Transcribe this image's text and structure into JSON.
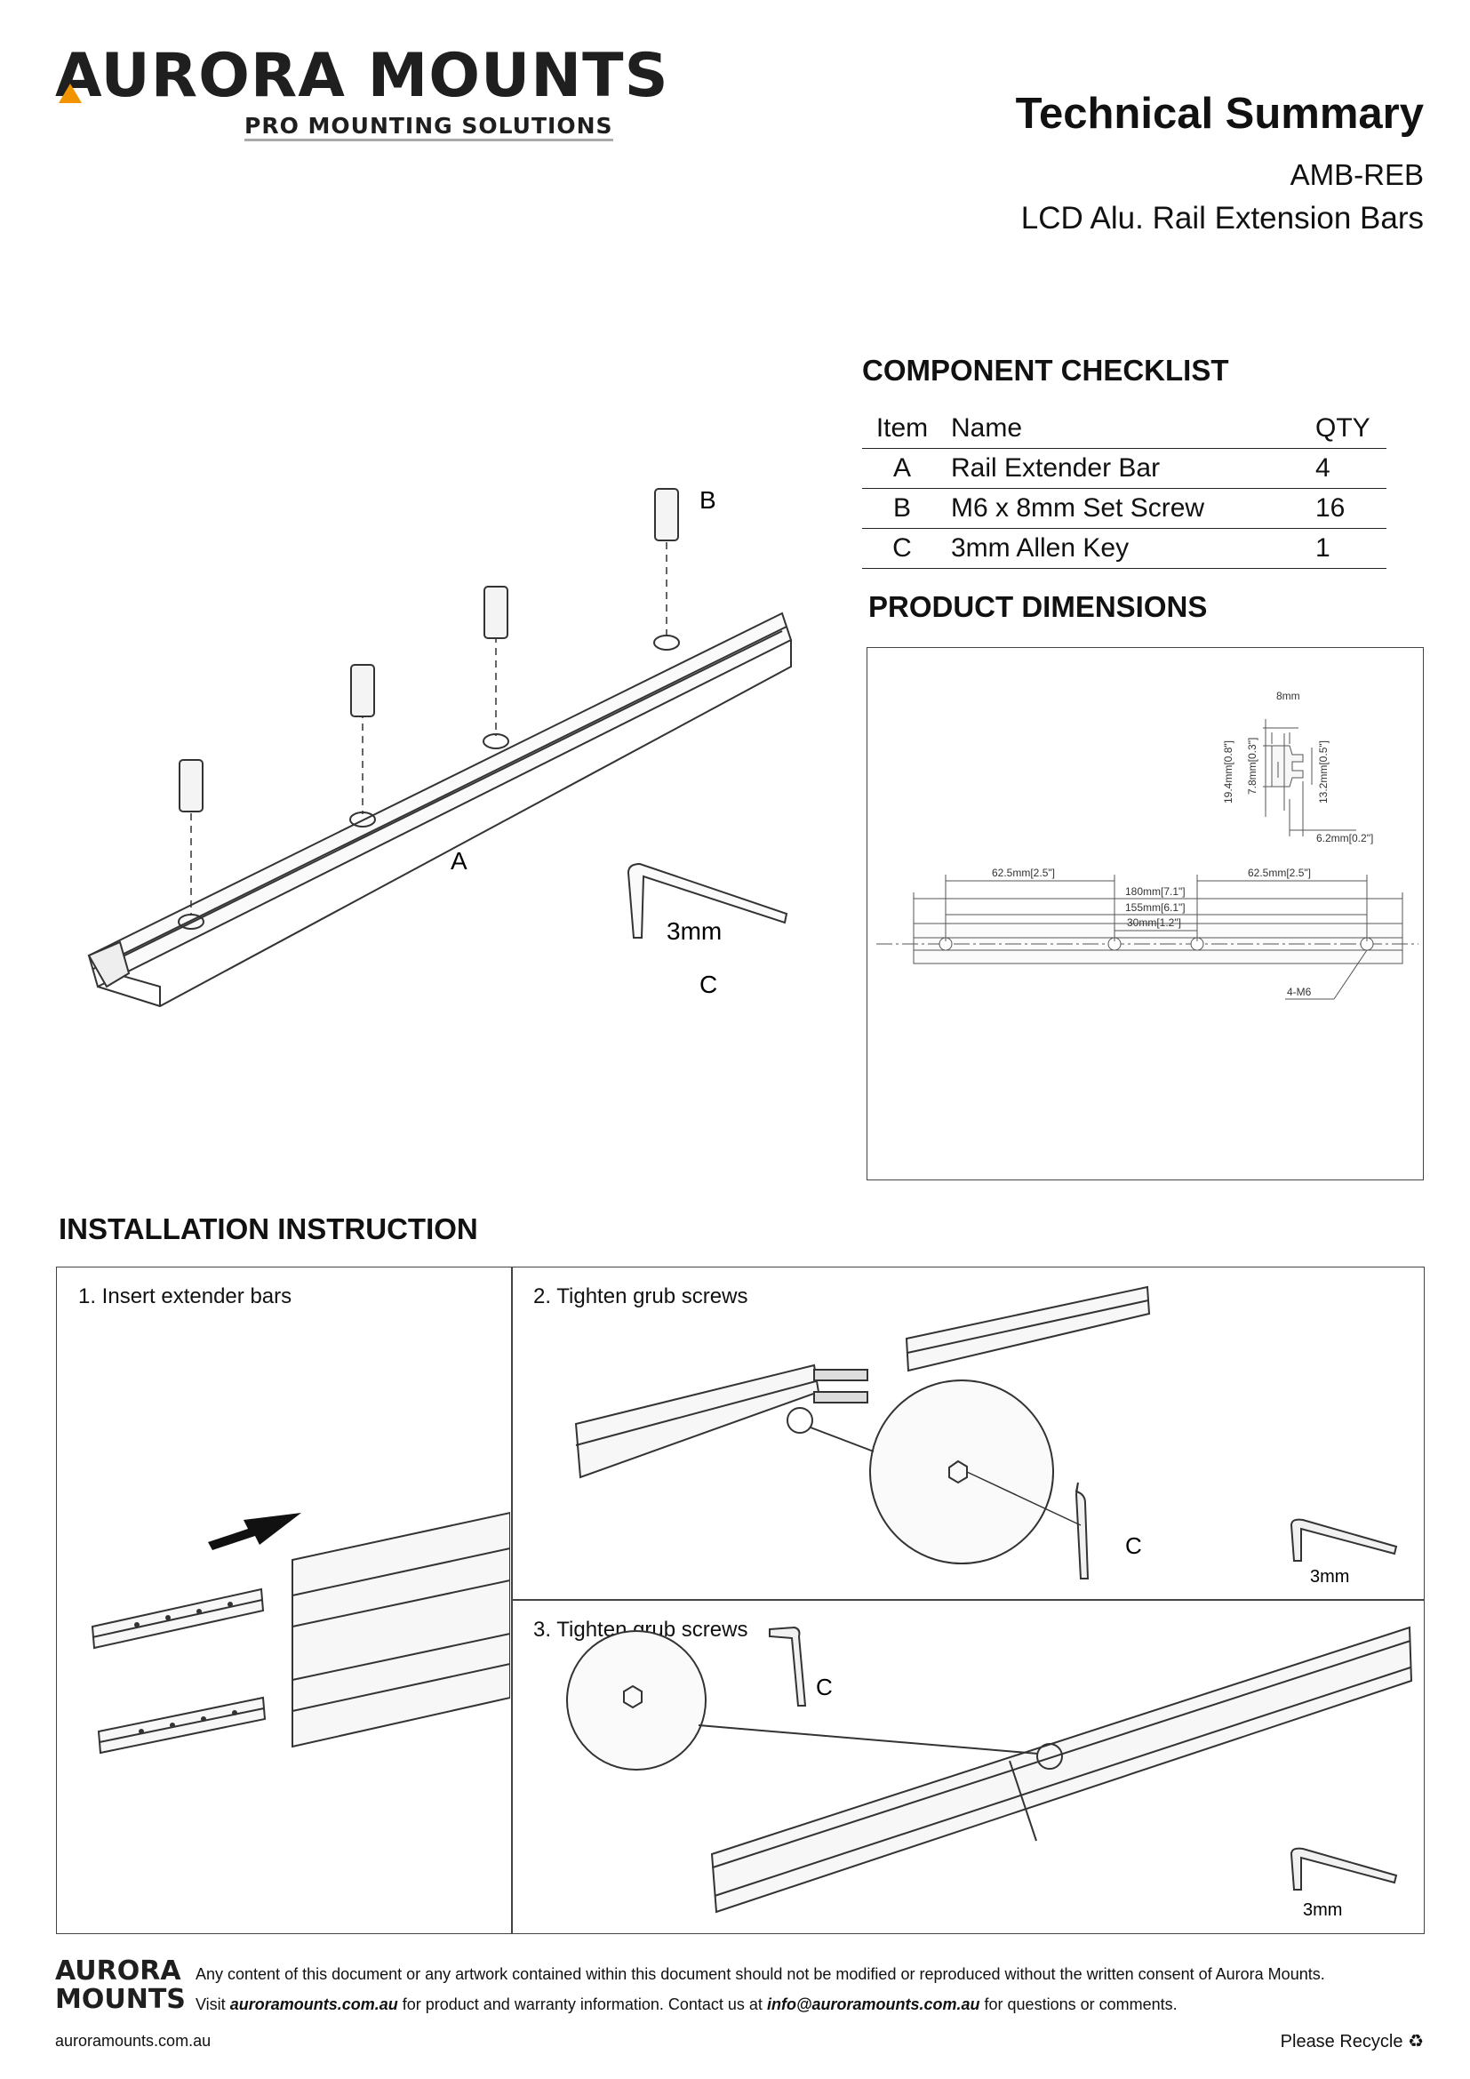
{
  "header": {
    "brand_name": "AURORA MOUNTS",
    "brand_tagline": "PRO MOUNTING SOLUTIONS",
    "title": "Technical Summary",
    "product_code": "AMB-REB",
    "product_name": "LCD Alu. Rail Extension Bars"
  },
  "checklist": {
    "heading": "COMPONENT CHECKLIST",
    "columns": [
      "Item",
      "Name",
      "QTY"
    ],
    "rows": [
      {
        "item": "A",
        "name": "Rail Extender Bar",
        "qty": "4"
      },
      {
        "item": "B",
        "name": "M6 x 8mm Set Screw",
        "qty": "16"
      },
      {
        "item": "C",
        "name": "3mm Allen Key",
        "qty": "1"
      }
    ]
  },
  "exploded_view": {
    "label_a": "A",
    "label_b": "B",
    "label_c": "C",
    "key_size": "3mm"
  },
  "dimensions": {
    "heading": "PRODUCT DIMENSIONS",
    "width_top": "8mm",
    "height_total": "19.4mm[0.8\"]",
    "height_slot": "7.8mm[0.3\"]",
    "height_right": "13.2mm[0.5\"]",
    "depth": "6.2mm[0.2\"]",
    "left_offset": "62.5mm[2.5\"]",
    "right_offset": "62.5mm[2.5\"]",
    "overall_length": "180mm[7.1\"]",
    "hole_span": "155mm[6.1\"]",
    "center_span": "30mm[1.2\"]",
    "hole_note": "4-M6"
  },
  "installation": {
    "heading": "INSTALLATION INSTRUCTION",
    "step1": "1. Insert extender bars",
    "step2": "2. Tighten grub screws",
    "step3": "3. Tighten grub screws",
    "label_c": "C",
    "key_size": "3mm"
  },
  "footer": {
    "brand_line1": "AURORA",
    "brand_line2": "MOUNTS",
    "disclaimer": "Any content of this document or any artwork contained within this document should not be modified or reproduced without the written consent of Aurora Mounts.",
    "visit_prefix": "Visit ",
    "website": "auroramounts.com.au",
    "visit_middle": " for product and warranty information. Contact us at ",
    "email": "info@auroramounts.com.au",
    "visit_suffix": " for questions or comments.",
    "url": "auroramounts.com.au",
    "recycle": "Please Recycle"
  }
}
